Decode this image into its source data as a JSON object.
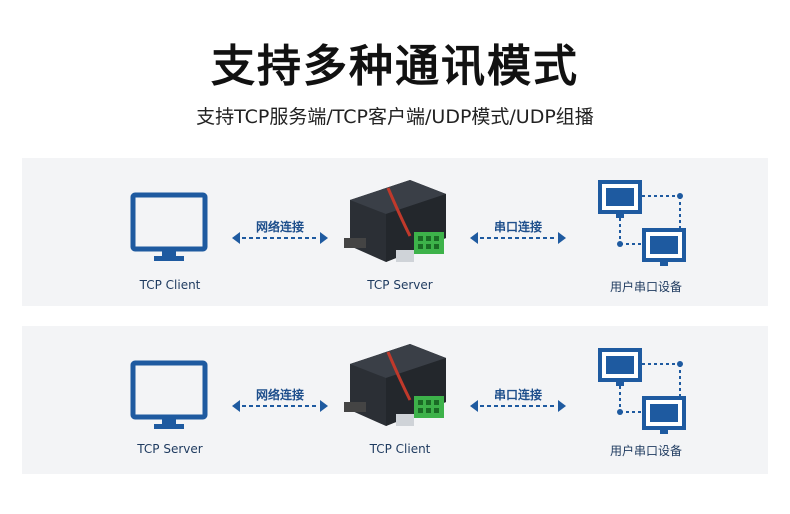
{
  "header": {
    "title": "支持多种通讯模式",
    "subtitle": "支持TCP服务端/TCP客户端/UDP模式/UDP组播"
  },
  "rows": [
    {
      "left_label": "TCP Client",
      "left_connection": "网络连接",
      "device_label": "TCP Server",
      "right_connection": "串口连接",
      "right_label": "用户串口设备"
    },
    {
      "left_label": "TCP Server",
      "left_connection": "网络连接",
      "device_label": "TCP Client",
      "right_connection": "串口连接",
      "right_label": "用户串口设备"
    }
  ],
  "colors": {
    "accent": "#1e5aa0",
    "panel": "#f3f4f6",
    "device_body": "#2b2f35",
    "terminal": "#3db24a"
  }
}
